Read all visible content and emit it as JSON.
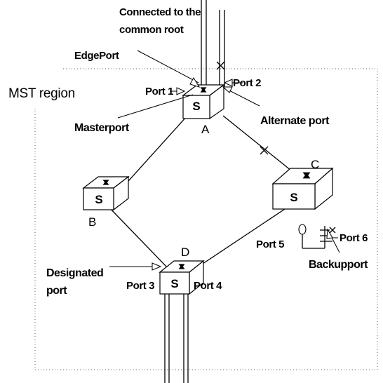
{
  "labels": {
    "root_line1": "Connected to the",
    "root_line2": "common root",
    "edge_port": "EdgePort",
    "port2": "Port 2",
    "region": "MST  region",
    "port1": "Port 1",
    "master_port": "Masterport",
    "alternate_port": "Alternate port",
    "switch_a": "A",
    "switch_b": "B",
    "switch_c": "C",
    "switch_d": "D",
    "port5": "Port 5",
    "port6": "Port 6",
    "backup_port": "Backupport",
    "designated_line1": "Designated",
    "designated_line2": "port",
    "port3": "Port 3",
    "port4": "Port 4"
  },
  "switch_icon": "S"
}
